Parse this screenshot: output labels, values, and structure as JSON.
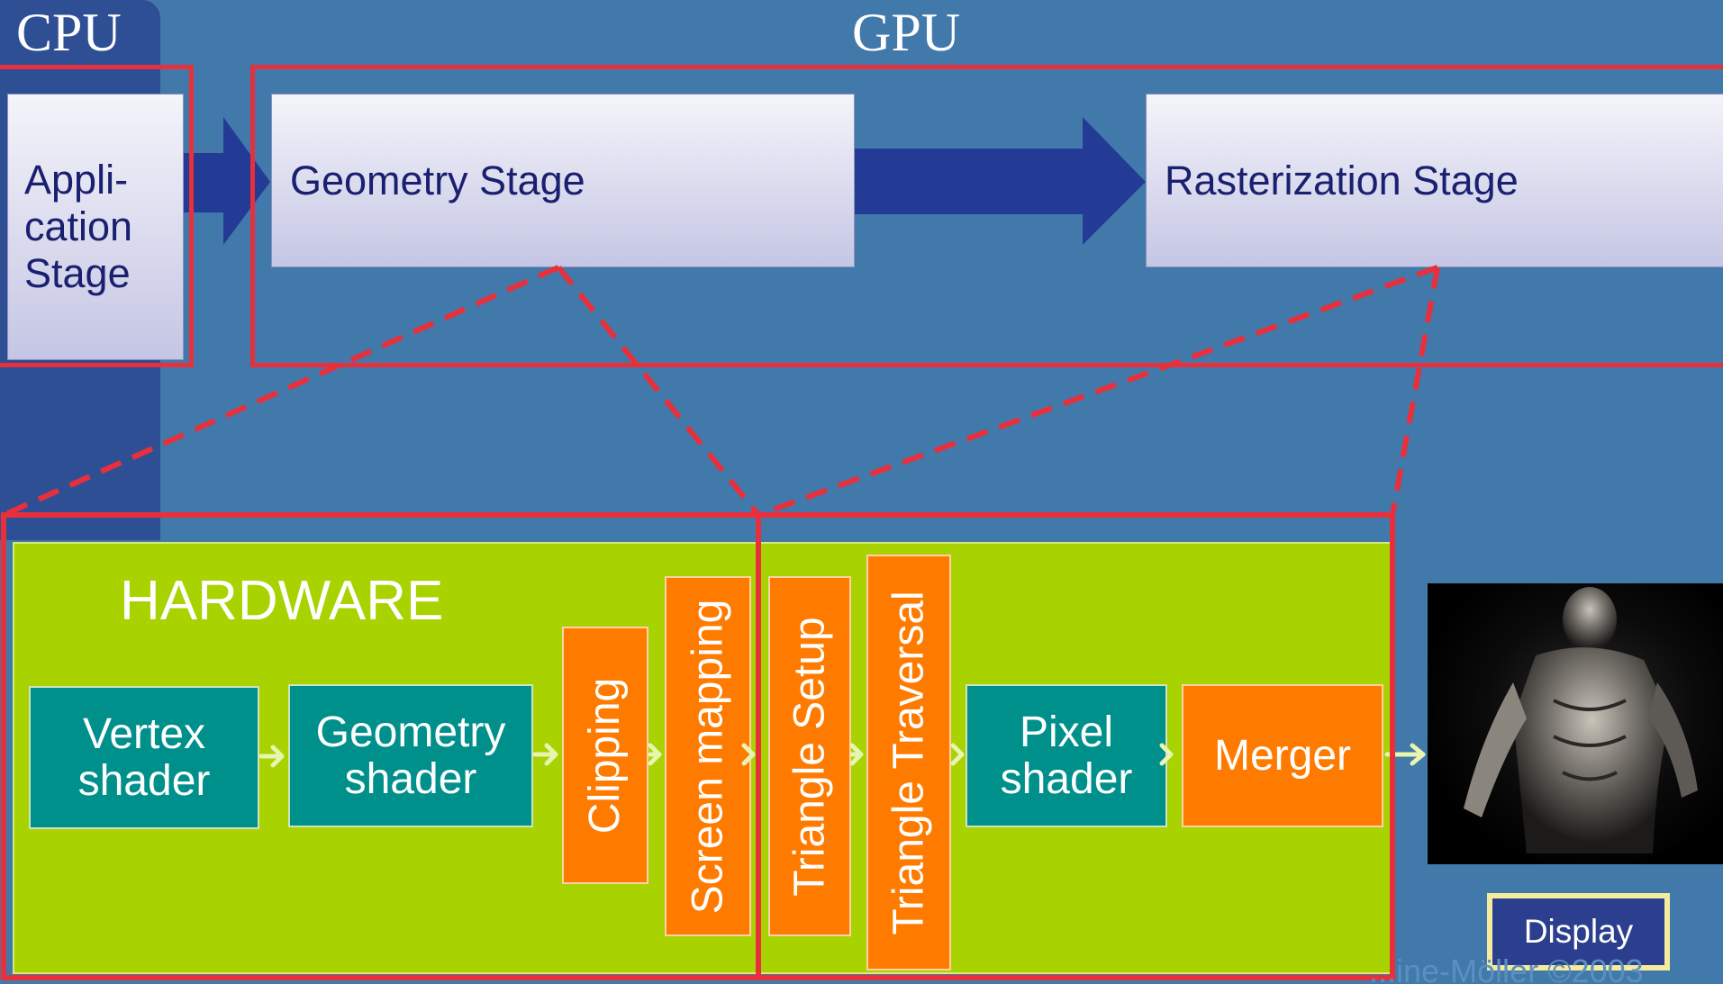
{
  "header": {
    "cpu": "CPU",
    "gpu": "GPU"
  },
  "stages": {
    "application": "Appli-\ncation\nStage",
    "geometry": "Geometry Stage",
    "rasterization": "Rasterization Stage"
  },
  "hardware": {
    "title": "HARDWARE",
    "vertex_shader": "Vertex\nshader",
    "geometry_shader": "Geometry\nshader",
    "clipping": "Clipping",
    "screen_mapping": "Screen mapping",
    "triangle_setup": "Triangle Setup",
    "triangle_traversal": "Triangle Traversal",
    "pixel_shader": "Pixel\nshader",
    "merger": "Merger"
  },
  "display": {
    "label": "Display"
  },
  "watermark": "...ine-Möller ©2003",
  "colors": {
    "background": "#4279ab",
    "cpu_column": "#2f4f94",
    "hardware": "#a8d200",
    "teal": "#00908c",
    "orange": "#ff7b00",
    "red": "#e8303c",
    "arrow": "#243b96"
  }
}
